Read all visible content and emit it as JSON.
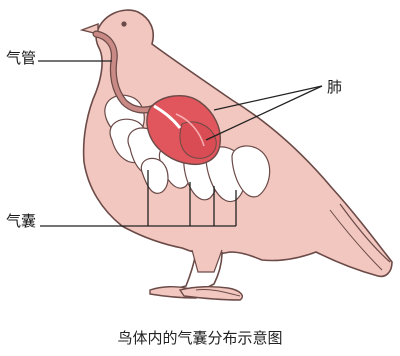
{
  "labels": {
    "trachea": "气管",
    "lung": "肺",
    "air_sac": "气囊"
  },
  "caption": "鸟体内的气囊分布示意图",
  "colors": {
    "body_fill": "#f2c7c0",
    "outline": "#6b4a47",
    "lung_fill": "#e0565c",
    "air_sac_fill": "#ffffff",
    "trachea_fill": "#c98a86"
  }
}
